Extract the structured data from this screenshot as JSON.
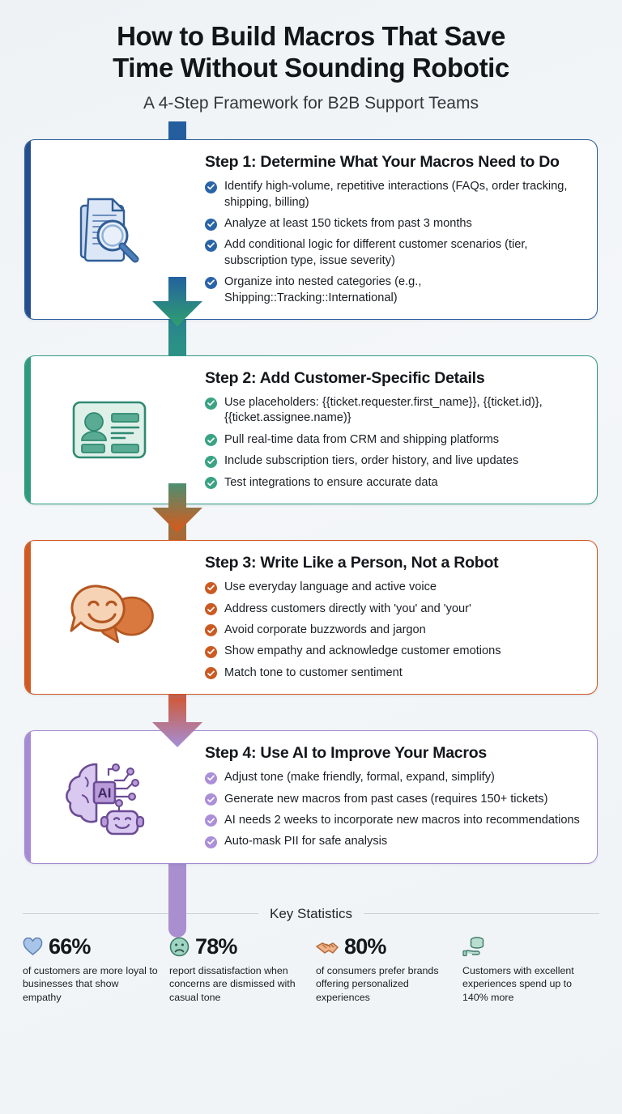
{
  "header": {
    "title_line1": "How to Build Macros That Save",
    "title_line2": "Time Without Sounding Robotic",
    "subtitle": "A 4-Step Framework for B2B Support Teams"
  },
  "colors": {
    "step1": "#2b5f9c",
    "step2": "#2e9b82",
    "step3": "#d4571f",
    "step4": "#a58ad4",
    "background": "#eef2f5"
  },
  "steps": [
    {
      "icon": "document-magnifier-icon",
      "title": "Step 1: Determine What Your Macros Need to Do",
      "bullets": [
        "Identify high-volume, repetitive interactions (FAQs, order tracking, shipping, billing)",
        "Analyze at least 150 tickets from past 3 months",
        "Add conditional logic for different customer scenarios (tier, subscription type, issue severity)",
        "Organize into nested categories (e.g., Shipping::Tracking::International)"
      ]
    },
    {
      "icon": "id-card-icon",
      "title": "Step 2: Add Customer-Specific Details",
      "bullets": [
        "Use placeholders: {{ticket.requester.first_name}}, {{ticket.id)}, {{ticket.assignee.name)}",
        "Pull real-time data from CRM and shipping platforms",
        "Include subscription tiers, order history, and live updates",
        "Test integrations to ensure accurate data"
      ]
    },
    {
      "icon": "chat-bubbles-smile-icon",
      "title": "Step 3: Write Like a Person, Not a Robot",
      "bullets": [
        "Use everyday language and active voice",
        "Address customers directly with 'you' and 'your'",
        "Avoid corporate buzzwords and jargon",
        "Show empathy and acknowledge customer emotions",
        "Match tone to customer sentiment"
      ]
    },
    {
      "icon": "ai-brain-robot-icon",
      "title": "Step 4: Use AI to Improve Your Macros",
      "bullets": [
        "Adjust tone (make friendly, formal, expand, simplify)",
        "Generate new macros from past cases (requires 150+ tickets)",
        "AI needs 2 weeks to incorporate new macros into recommendations",
        "Auto-mask PII for safe analysis"
      ]
    }
  ],
  "stats_section": {
    "heading": "Key Statistics",
    "items": [
      {
        "icon": "heart-icon",
        "value": "66%",
        "description": "of customers are more loyal to businesses that show empathy"
      },
      {
        "icon": "sad-face-icon",
        "value": "78%",
        "description": "report dissatisfaction when concerns are dismissed with casual tone"
      },
      {
        "icon": "handshake-icon",
        "value": "80%",
        "description": "of consumers prefer brands offering personalized experiences"
      },
      {
        "icon": "hand-coins-icon",
        "value": "",
        "description": "Customers with excellent experiences spend up to 140% more"
      }
    ]
  }
}
